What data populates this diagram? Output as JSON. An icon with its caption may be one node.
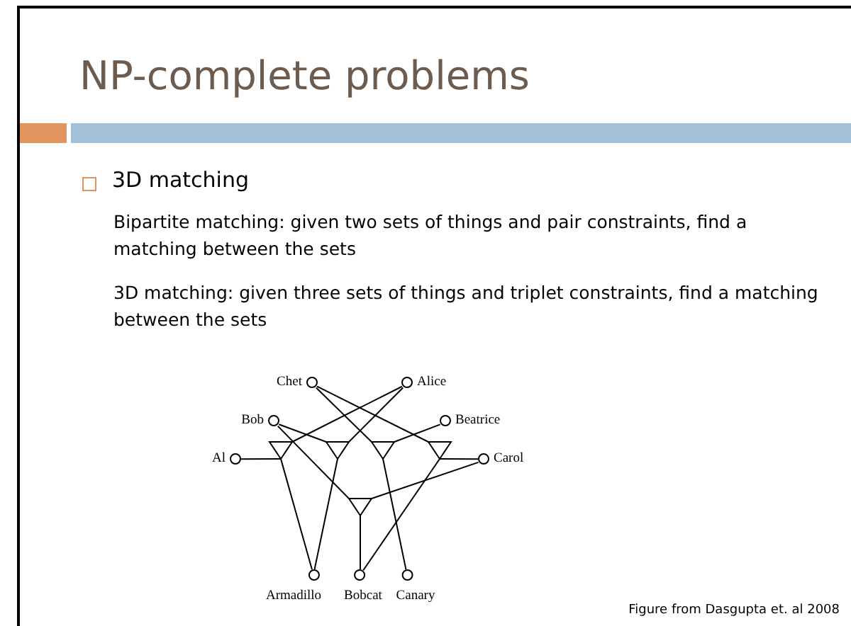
{
  "diagram": {
    "title": "NP-complete problems",
    "caption": "Figure from Dasgupta et. al 2008",
    "nodes": [
      {
        "text": [
          "Chet"
        ]
      },
      {
        "text": [
          "Alice"
        ]
      },
      {
        "text": [
          "Bob"
        ]
      },
      {
        "text": [
          "Beatrice"
        ]
      },
      {
        "text": [
          "Al"
        ]
      },
      {
        "text": [],
        "shape": "triangle"
      },
      {
        "text": [],
        "shape": "triangle"
      },
      {
        "text": [],
        "shape": "triangle"
      },
      {
        "text": [],
        "shape": "triangle"
      },
      {
        "text": [
          "Carol"
        ]
      },
      {
        "text": [],
        "shape": "triangle"
      },
      {
        "text": [
          "Armadillo"
        ]
      },
      {
        "text": [
          "Bobcat"
        ]
      },
      {
        "text": [
          "Canary"
        ]
      }
    ],
    "edges": [
      {
        "from": 4,
        "to": 5,
        "arrow": "none"
      },
      {
        "from": 1,
        "to": 5,
        "arrow": "none"
      },
      {
        "from": 5,
        "to": 11,
        "arrow": "none"
      },
      {
        "from": 2,
        "to": 6,
        "arrow": "none"
      },
      {
        "from": 1,
        "to": 6,
        "arrow": "none"
      },
      {
        "from": 6,
        "to": 11,
        "arrow": "none"
      },
      {
        "from": 0,
        "to": 7,
        "arrow": "none"
      },
      {
        "from": 3,
        "to": 7,
        "arrow": "none"
      },
      {
        "from": 7,
        "to": 13,
        "arrow": "none"
      },
      {
        "from": 0,
        "to": 8,
        "arrow": "none"
      },
      {
        "from": 9,
        "to": 8,
        "arrow": "none"
      },
      {
        "from": 8,
        "to": 12,
        "arrow": "none"
      },
      {
        "from": 2,
        "to": 10,
        "arrow": "none"
      },
      {
        "from": 9,
        "to": 10,
        "arrow": "none"
      },
      {
        "from": 10,
        "to": 12,
        "arrow": "none"
      }
    ],
    "labels": [
      "3D matching",
      "Bipartite matching: given two sets of things and pair constraints, find a matching between the sets",
      "3D matching: given three sets of things and triplet constraints, find a matching between the sets"
    ]
  }
}
